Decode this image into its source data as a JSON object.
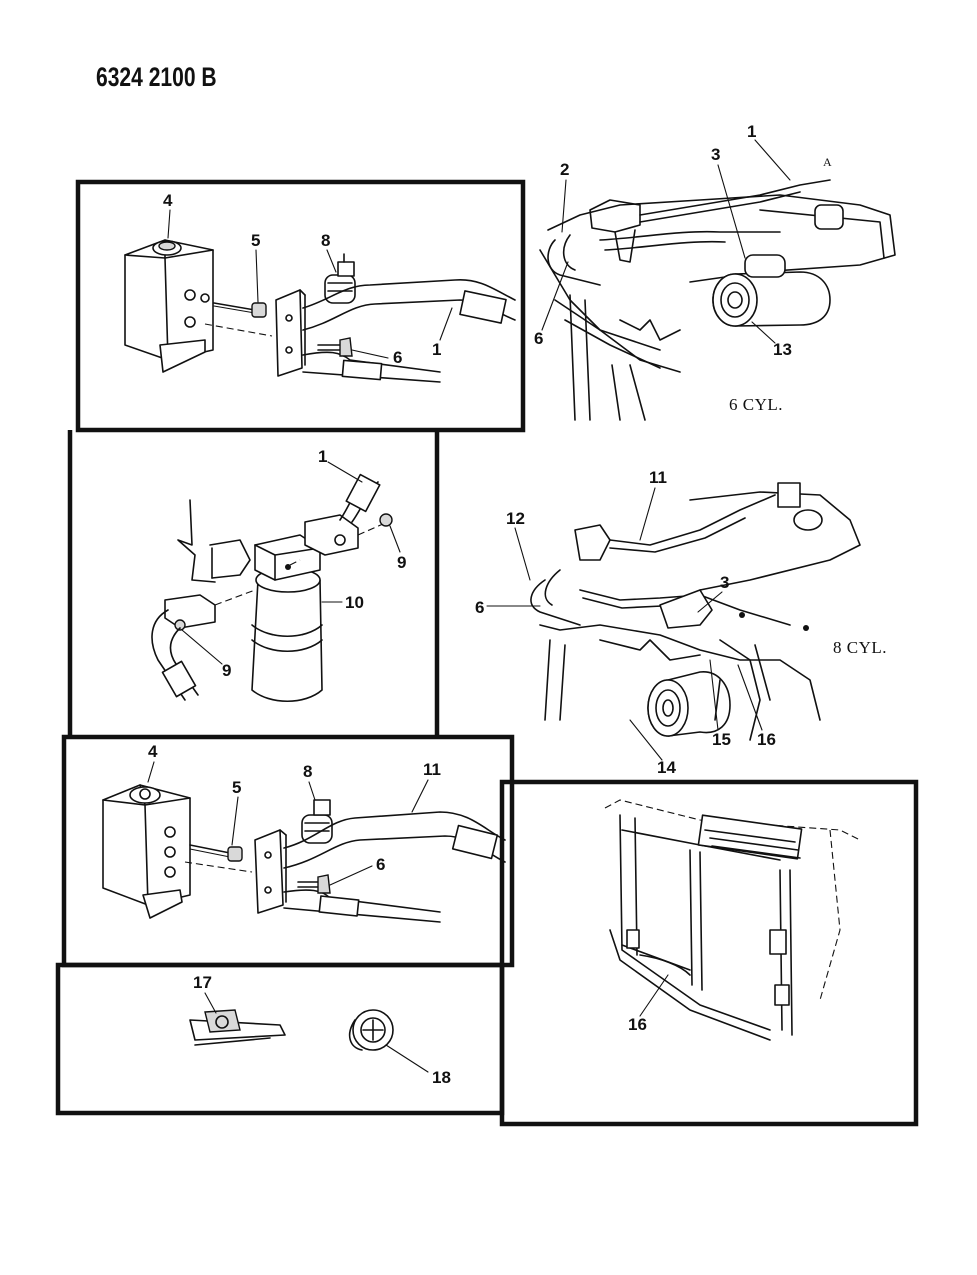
{
  "document": {
    "code": "6324 2100 B"
  },
  "callouts": {
    "p1": {
      "n4": "4",
      "n5": "5",
      "n8": "8",
      "n6": "6",
      "n1": "1"
    },
    "p2": {
      "n1": "1",
      "n9a": "9",
      "n10": "10",
      "n9b": "9"
    },
    "p3": {
      "n4": "4",
      "n5": "5",
      "n8": "8",
      "n11": "11",
      "n6": "6"
    },
    "p4": {
      "n17": "17",
      "n18": "18"
    },
    "six_cyl": {
      "n1": "1",
      "n2": "2",
      "n3": "3",
      "nA": "A",
      "n6": "6",
      "n13": "13"
    },
    "eight_cyl": {
      "n11": "11",
      "n12": "12",
      "n6": "6",
      "n3": "3",
      "n14": "14",
      "n15": "15",
      "n16": "16"
    },
    "condenser": {
      "n16": "16"
    }
  },
  "captions": {
    "six_cyl": "6 CYL.",
    "eight_cyl": "8 CYL."
  }
}
